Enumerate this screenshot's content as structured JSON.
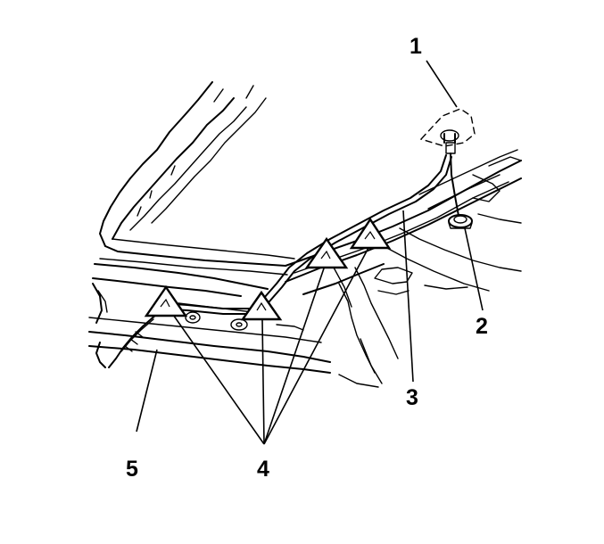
{
  "diagram": {
    "callouts": {
      "c1": "1",
      "c2": "2",
      "c3": "3",
      "c4": "4",
      "c5": "5"
    },
    "colors": {
      "ink": "#000000",
      "paper": "#ffffff"
    },
    "symbols": [
      "triangle-marker",
      "triangle-marker",
      "triangle-marker",
      "triangle-marker"
    ]
  }
}
